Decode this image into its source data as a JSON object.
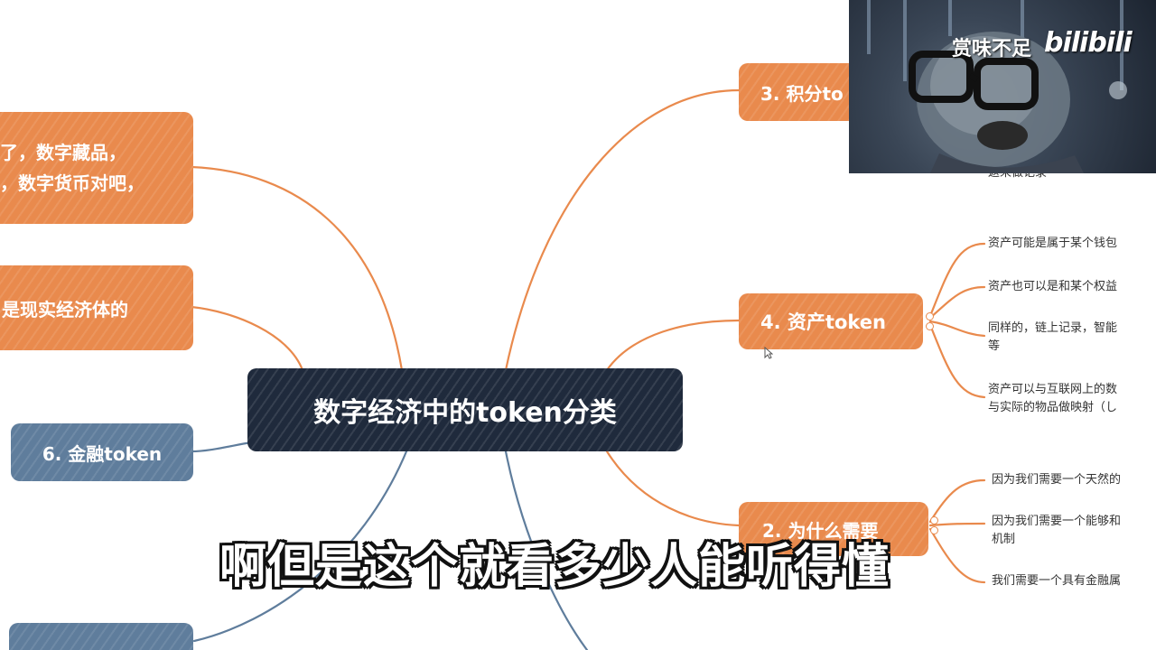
{
  "mindmap": {
    "central_title": "数字经济中的token分类",
    "left_nodes": {
      "top_line1": "了，数字藏品，",
      "top_line2": "，数字货币对吧，",
      "middle": "是现实经济体的",
      "finance": "6. 金融token"
    },
    "right_nodes": {
      "points": "3. 积分to",
      "asset": "4. 资产token",
      "why": "2. 为什么需要"
    },
    "asset_notes": [
      "资产可能是属于某个钱包",
      "资产也可以是和某个权益",
      "同样的，链上记录，智能",
      "等",
      "资产可以与互联网上的数",
      "与实际的物品做映射（し"
    ],
    "why_notes": [
      "因为我们需要一个天然的",
      "因为我们需要一个能够和",
      "机制",
      "我们需要一个具有金融属"
    ],
    "partial_note": "返来做记录"
  },
  "video_overlay": {
    "title": "赏味不足",
    "watermark": "bilibili"
  },
  "subtitle": "啊但是这个就看多少人能听得懂",
  "colors": {
    "orange": "#e98a4d",
    "blue": "#5f7d9c",
    "dark": "#1f2a3c"
  }
}
